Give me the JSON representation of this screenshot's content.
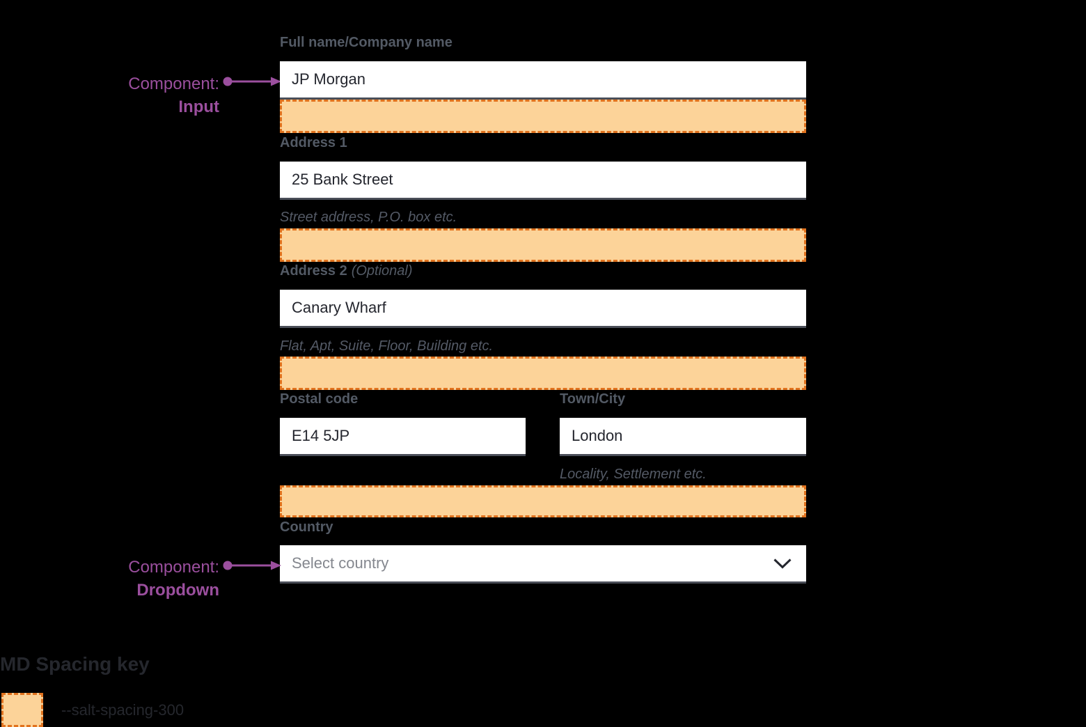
{
  "annotations": {
    "input": {
      "prefix": "Component:",
      "name": "Input"
    },
    "dropdown": {
      "prefix": "Component:",
      "name": "Dropdown"
    }
  },
  "form": {
    "full_name": {
      "label": "Full name/Company name",
      "value": "JP Morgan"
    },
    "address1": {
      "label": "Address 1",
      "value": "25 Bank Street",
      "helper": "Street address, P.O. box etc."
    },
    "address2": {
      "label": "Address 2",
      "label_suffix": "(Optional)",
      "value": "Canary Wharf",
      "helper": "Flat, Apt, Suite, Floor, Building etc."
    },
    "postal_code": {
      "label": "Postal code",
      "value": "E14 5JP"
    },
    "town_city": {
      "label": "Town/City",
      "value": "London",
      "helper": "Locality, Settlement etc."
    },
    "country": {
      "label": "Country",
      "placeholder": "Select country"
    }
  },
  "spacing_key": {
    "title": "MD Spacing key",
    "token_label": "--salt-spacing-300"
  },
  "colors": {
    "background": "#000000",
    "spacing_fill": "#FCD399",
    "spacing_border": "#E1721E",
    "annotation_purple": "#9B4F9E",
    "label_gray": "#535A65",
    "helper_gray": "#545A66",
    "input_text": "#24262E",
    "input_border": "#4A4E58",
    "placeholder_gray": "#84878E",
    "key_text": "#25272D"
  }
}
